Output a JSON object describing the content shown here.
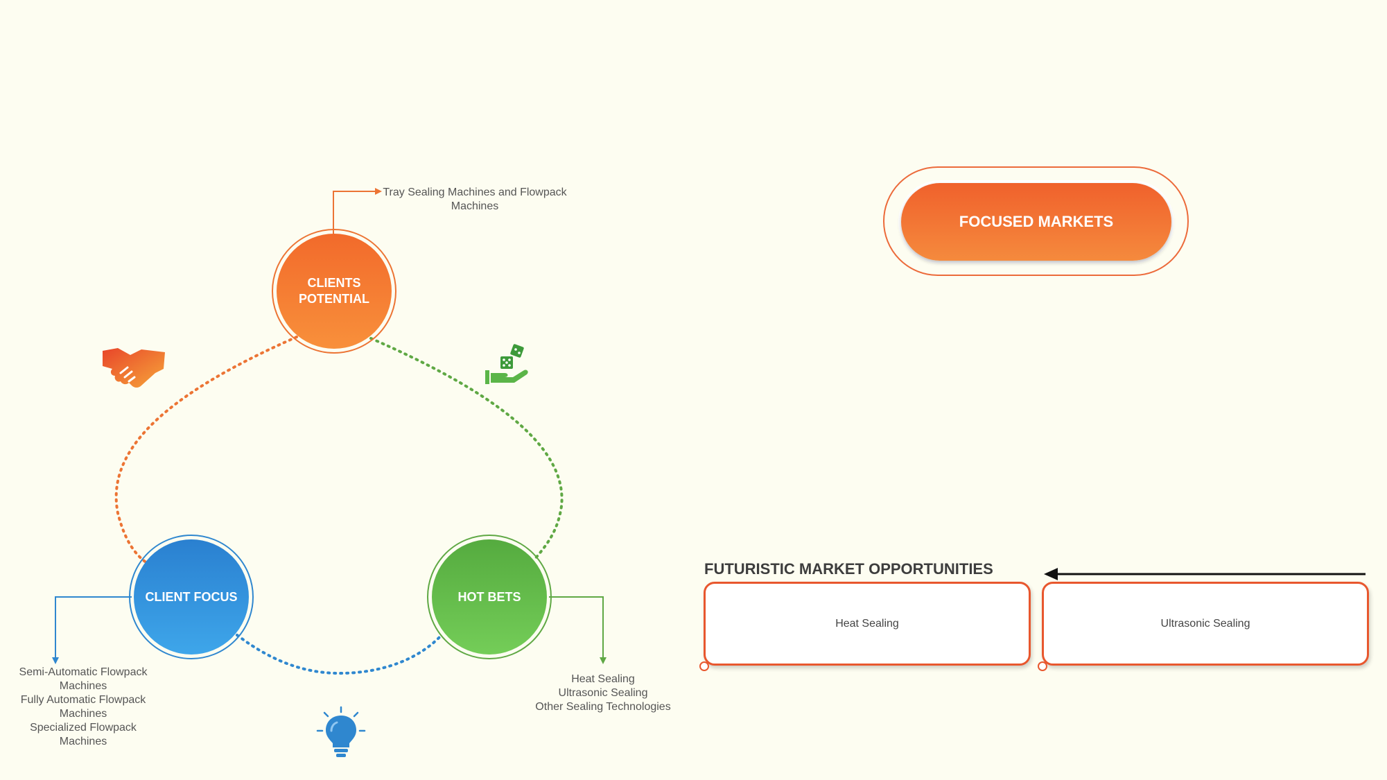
{
  "diagram": {
    "nodes": {
      "clients_potential": {
        "label": "CLIENTS POTENTIAL",
        "color": "#f47a30"
      },
      "client_focus": {
        "label": "CLIENT FOCUS",
        "color": "#2f8fd8"
      },
      "hot_bets": {
        "label": "HOT BETS",
        "color": "#5bb548"
      }
    },
    "details": {
      "clients_potential": [
        "Tray Sealing Machines and Flowpack Machines"
      ],
      "client_focus": [
        "Semi-Automatic Flowpack Machines",
        "Fully Automatic Flowpack Machines",
        "Specialized Flowpack Machines"
      ],
      "hot_bets": [
        "Heat Sealing",
        "Ultrasonic Sealing",
        "Other Sealing Technologies"
      ]
    },
    "icons": {
      "orange": "handshake-icon",
      "green": "dice-hand-icon",
      "blue": "lightbulb-icon"
    }
  },
  "focused_markets": {
    "label": "FOCUSED MARKETS",
    "color": "#f0612c"
  },
  "futuristic": {
    "title": "FUTURISTIC MARKET OPPORTUNITIES",
    "boxes": [
      "Heat Sealing",
      "Ultrasonic Sealing"
    ],
    "accent": "#e8572e"
  }
}
